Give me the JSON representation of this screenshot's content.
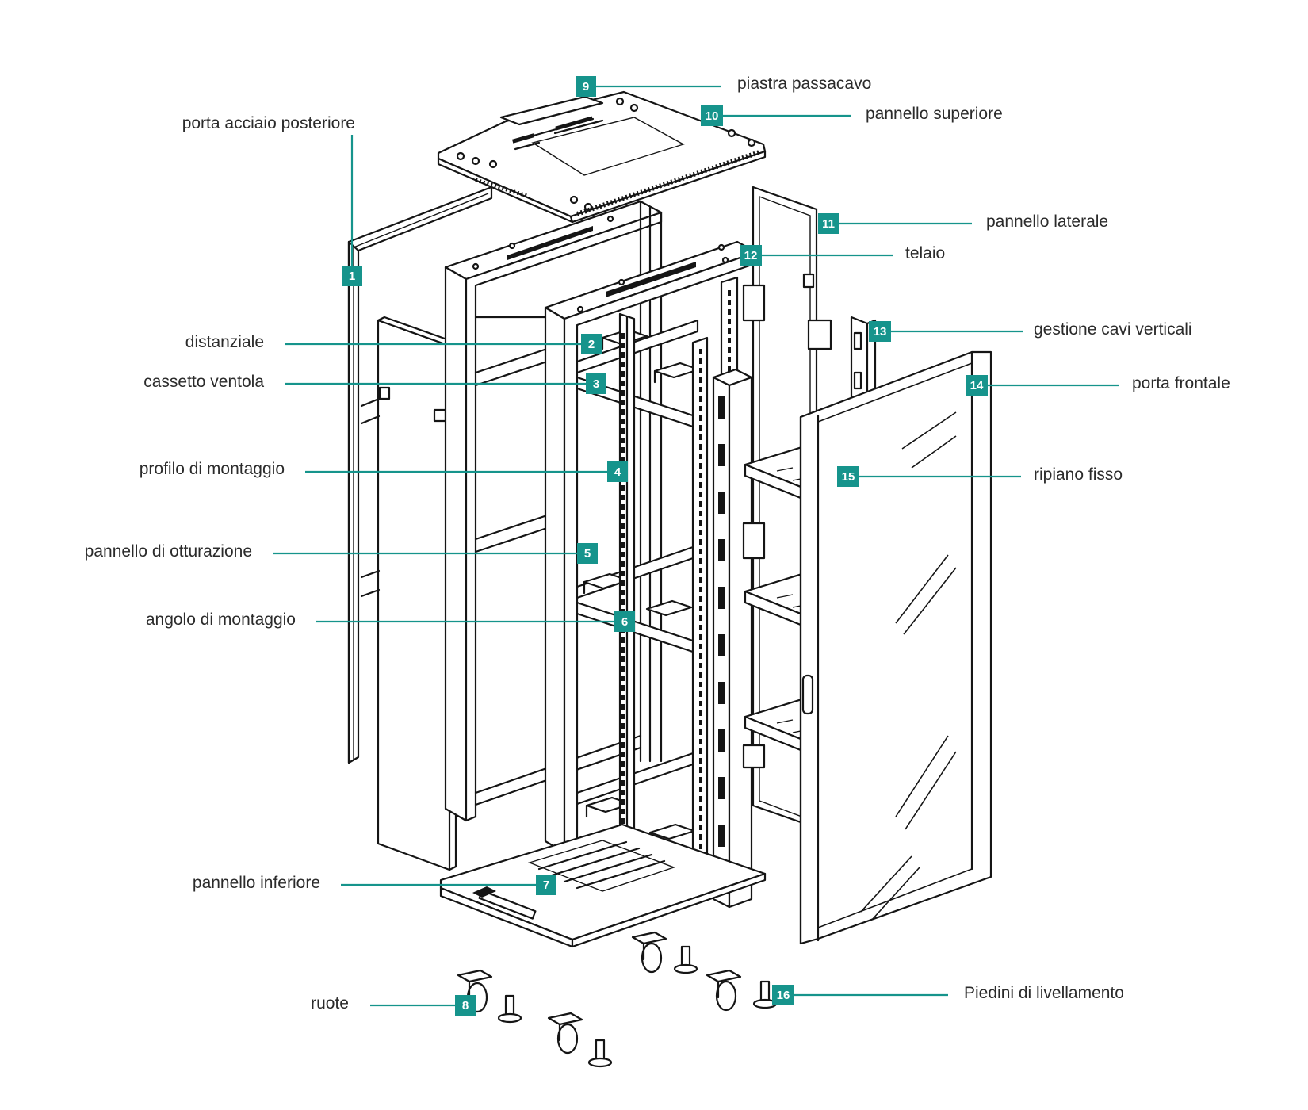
{
  "accent_color": "#16948c",
  "parts": [
    {
      "num": "1",
      "label": "porta acciaio posteriore"
    },
    {
      "num": "2",
      "label": "distanziale"
    },
    {
      "num": "3",
      "label": "cassetto ventola"
    },
    {
      "num": "4",
      "label": "profilo di montaggio"
    },
    {
      "num": "5",
      "label": "pannello di otturazione"
    },
    {
      "num": "6",
      "label": "angolo di montaggio"
    },
    {
      "num": "7",
      "label": "pannello inferiore"
    },
    {
      "num": "8",
      "label": "ruote"
    },
    {
      "num": "9",
      "label": "piastra passacavo"
    },
    {
      "num": "10",
      "label": "pannello superiore"
    },
    {
      "num": "11",
      "label": "pannello laterale"
    },
    {
      "num": "12",
      "label": "telaio"
    },
    {
      "num": "13",
      "label": "gestione cavi verticali"
    },
    {
      "num": "14",
      "label": "porta frontale"
    },
    {
      "num": "15",
      "label": "ripiano fisso"
    },
    {
      "num": "16",
      "label": "Piedini di livellamento"
    }
  ]
}
